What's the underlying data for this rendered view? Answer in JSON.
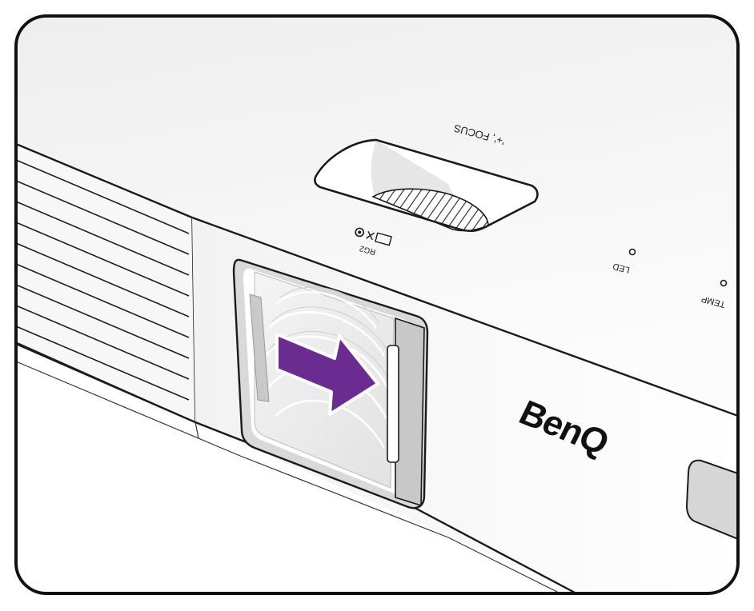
{
  "labels": {
    "focus": "'+', FOCUS",
    "led": "LED",
    "temp": "TEMP",
    "warning": "RG2",
    "brand": "BenQ"
  },
  "icons": {
    "arrow": "slide-right-arrow-icon",
    "laser_warning": "laser-warning-icon"
  },
  "colors": {
    "arrow": "#6a2c91",
    "outline": "#1a1a1a",
    "background": "#ffffff"
  }
}
